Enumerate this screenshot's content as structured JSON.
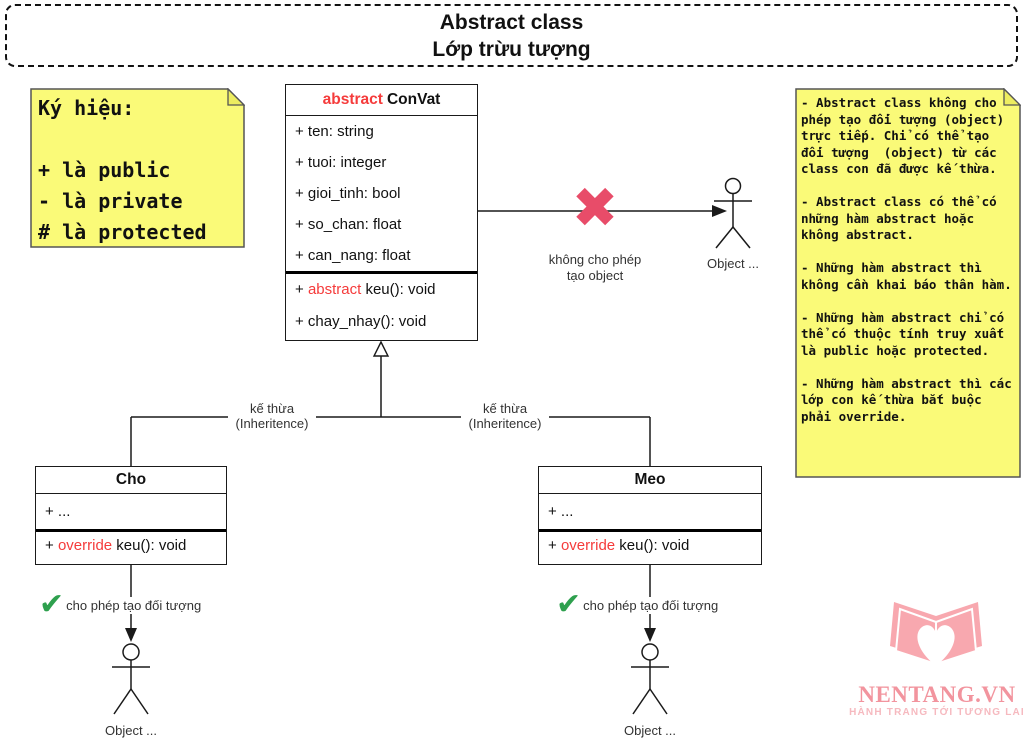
{
  "title": {
    "line1": "Abstract class",
    "line2": "Lớp trừu tượng"
  },
  "notes": {
    "legend_text": "Ký hiệu:\n\n+ là public\n- là private\n# là protected",
    "info_text": "- Abstract class không cho\nphép tạo đối tượng (object)\ntrực tiếp. Chỉ có thể tạo\nđối tượng  (object) từ các\nclass con đã được kế thừa.\n\n- Abstract class có thể có\nnhững hàm abstract hoặc\nkhông abstract.\n\n- Những hàm abstract thì\nkhông cần khai báo thân hàm.\n\n- Những hàm abstract chỉ có\nthể có thuộc tính truy xuất\nlà public hoặc protected.\n\n- Những hàm abstract thì các\nlớp con kế thừa bắt buộc\nphải override."
  },
  "convat": {
    "stereotype": "abstract",
    "name": "ConVat",
    "attributes": [
      "+ ten: string",
      "+ tuoi: integer",
      "+ gioi_tinh: bool",
      "+ so_chan: float",
      "+ can_nang: float"
    ],
    "method1_prefix": "+ ",
    "method1_keyword": "abstract",
    "method1_rest": " keu(): void",
    "method2": "+ chay_nhay(): void"
  },
  "cho": {
    "name": "Cho",
    "attribute": "+ ...",
    "method_prefix": "+ ",
    "method_keyword": "override",
    "method_rest": " keu(): void"
  },
  "meo": {
    "name": "Meo",
    "attribute": "+ ...",
    "method_prefix": "+ ",
    "method_keyword": "override",
    "method_rest": " keu(): void"
  },
  "labels": {
    "inherit_line1": "kế thừa",
    "inherit_line2": "(Inheritence)",
    "no_create_line1": "không cho phép",
    "no_create_line2": "tạo object",
    "allow_create": "cho phép tạo đối tượng",
    "object": "Object ..."
  },
  "icons": {
    "cross": "✖",
    "check": "✔"
  },
  "logo": {
    "name": "NENTANG.VN",
    "tagline": "HÀNH TRANG TỚI TƯƠNG LAI"
  },
  "colors": {
    "note_yellow": "#fafa78",
    "note_fold": "#eded60",
    "note_border": "#555555",
    "keyword_red": "#f53b3b",
    "cross_pink": "#e84c69",
    "check_green": "#2ea04e",
    "logo_book": "#f8a8af",
    "logo_pink": "#f2949e",
    "logo_pink_light": "#f6b9bf"
  }
}
